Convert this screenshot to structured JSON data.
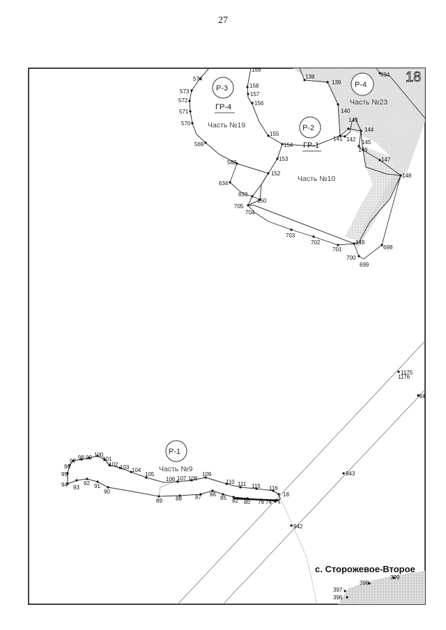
{
  "page_number": "27",
  "sheet_number": "18",
  "settlement": "с. Сторожевое-Второе",
  "zones": [
    {
      "id": "P-3",
      "label": "Р-3",
      "group": "ГР-4",
      "part": "Часть №19"
    },
    {
      "id": "P-2",
      "label": "Р-2",
      "group": "ГР-1",
      "part": "Часть №10"
    },
    {
      "id": "P-4",
      "label": "Р-4",
      "group": "",
      "part": "Часть №23"
    },
    {
      "id": "P-1",
      "label": "Р-1",
      "group": "",
      "part": "Часть №9"
    }
  ],
  "points": {
    "p574": "574",
    "p573": "573",
    "p572": "572",
    "p571": "571",
    "p570": "570",
    "p569": "569",
    "p568": "568",
    "p634": "634",
    "p633": "633",
    "p705": "705",
    "p704": "704",
    "p703": "703",
    "p702": "702",
    "p701": "701",
    "p700": "700",
    "p699": "699",
    "p698": "698",
    "p150": "150",
    "p149": "149",
    "p148": "148",
    "p147": "147",
    "p146": "146",
    "p145": "145",
    "p144": "144",
    "p143": "143",
    "p142": "142",
    "p141": "141",
    "p140": "140",
    "p139": "139",
    "p138": "138",
    "p694": "694",
    "p158": "158",
    "p157": "157",
    "p156": "156",
    "p155": "155",
    "p154": "154",
    "p153": "153",
    "p152": "152",
    "p159": "159",
    "p94": "94",
    "p95": "95",
    "p96": "96",
    "p97": "97",
    "p98": "98",
    "p99": "99",
    "p100": "100",
    "p101": "101",
    "p102": "102",
    "p103": "103",
    "p104": "104",
    "p105": "105",
    "p106": "106",
    "p107": "107",
    "p108": "108",
    "p109": "109",
    "p110": "110",
    "p111": "111",
    "p115": "115",
    "p116": "116",
    "p18": "18",
    "p71": "71",
    "p74": "74",
    "p79": "79",
    "p80": "80",
    "p82": "82",
    "p85": "85",
    "p86": "86",
    "p87": "87",
    "p88": "88",
    "p89": "89",
    "p90": "90",
    "p91": "91",
    "p92": "92",
    "p93": "93",
    "p1175": "1175",
    "p1176": "1176",
    "p94r": "94",
    "p943": "943",
    "p942": "942",
    "p397": "397",
    "p398": "398",
    "p399": "399",
    "p396": "396"
  }
}
